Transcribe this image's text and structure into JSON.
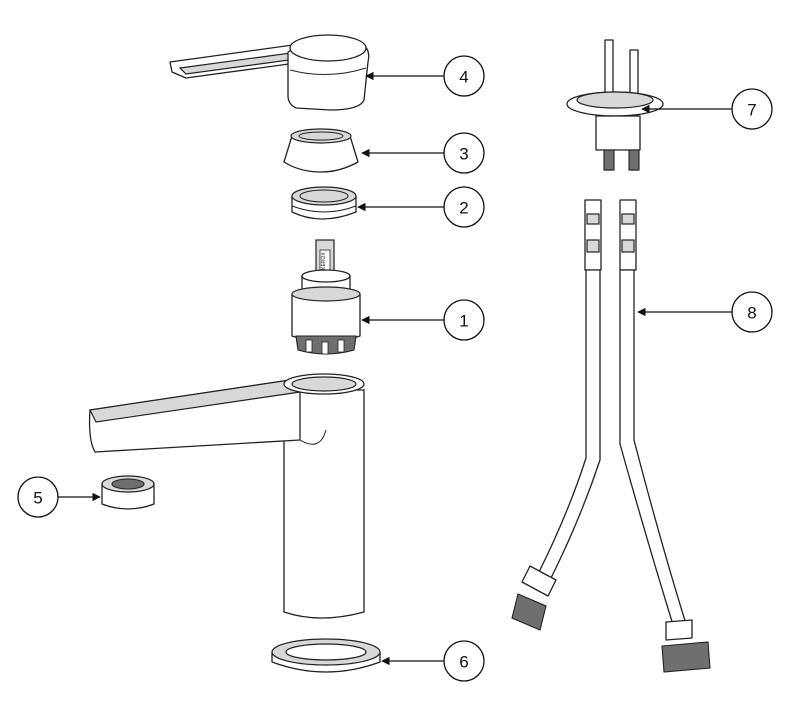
{
  "callouts": [
    {
      "id": "handle",
      "number": "4"
    },
    {
      "id": "cover-ring",
      "number": "3"
    },
    {
      "id": "nut",
      "number": "2"
    },
    {
      "id": "cartridge",
      "number": "1"
    },
    {
      "id": "aerator",
      "number": "5"
    },
    {
      "id": "base-gasket",
      "number": "6"
    },
    {
      "id": "mounting-kit",
      "number": "7"
    },
    {
      "id": "hoses",
      "number": "8"
    }
  ],
  "cartridge_label": "KEROX",
  "colors": {
    "line": "#222222",
    "shade": "#d8d8d8",
    "background": "#ffffff"
  }
}
